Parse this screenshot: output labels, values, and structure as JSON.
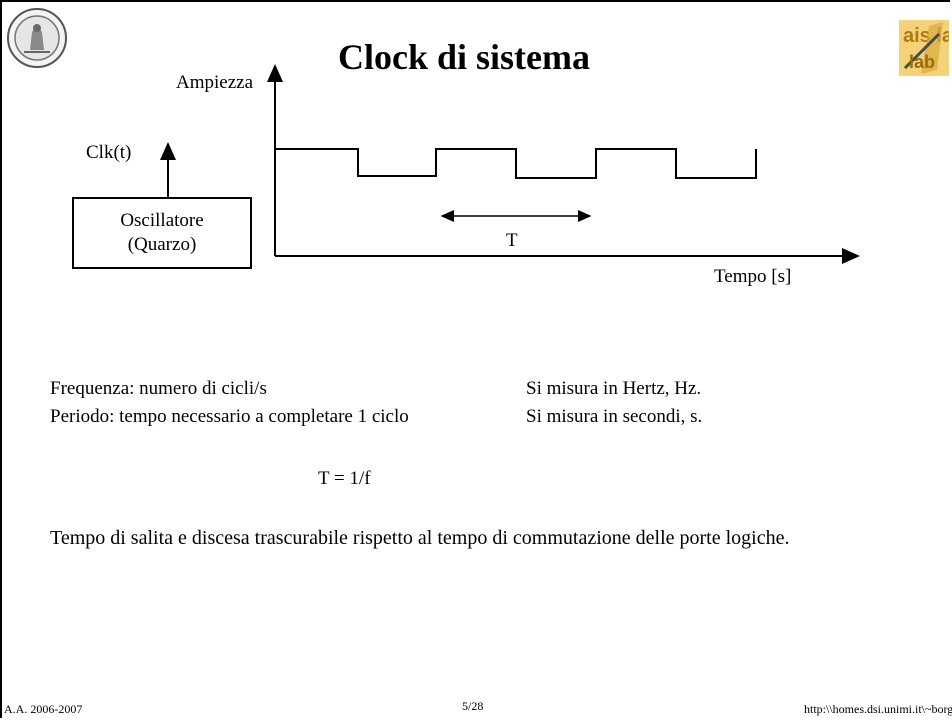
{
  "slide": {
    "title": "Clock di sistema"
  },
  "diagram": {
    "y_axis_label": "Ampiezza",
    "x_axis_label": "Tempo [s]",
    "signal_label": "Clk(t)",
    "oscillator_line1": "Oscillatore",
    "oscillator_line2": "(Quarzo)",
    "period_label": "T"
  },
  "definitions": {
    "frequency": "Frequenza: numero di cicli/s",
    "frequency_unit": "Si misura in Hertz, Hz.",
    "period": "Periodo: tempo necessario a completare 1 ciclo",
    "period_unit": "Si misura in secondi, s.",
    "formula": "T = 1/f",
    "note": "Tempo di salita e discesa trascurabile rispetto al tempo di commutazione delle porte logiche."
  },
  "footer": {
    "year": "A.A. 2006-2007",
    "page": "5/28",
    "url": "http:\\\\homes.dsi.unimi.it\\~borghese"
  },
  "logos": {
    "left": "university-seal",
    "right": "ais-lab-logo",
    "right_text": "ais lab"
  }
}
